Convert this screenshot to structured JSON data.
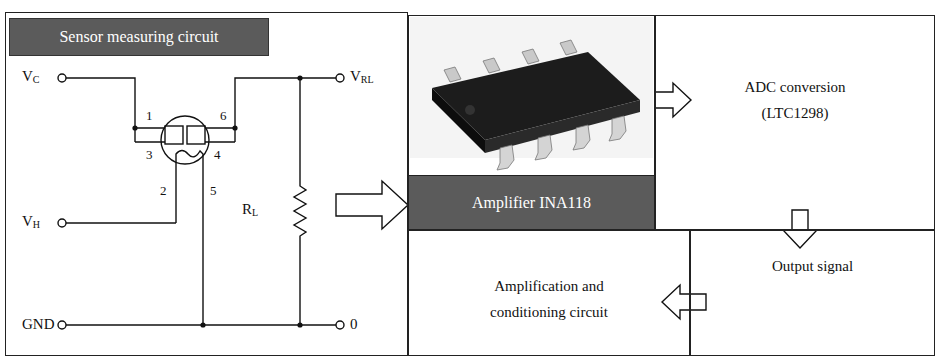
{
  "diagram": {
    "nodes": [
      {
        "text": [
          "Sensor measuring circuit"
        ]
      },
      {
        "text": [
          "Amplifier INA118"
        ]
      },
      {
        "text": [
          "ADC conversion (LTC1298)"
        ]
      },
      {
        "text": [
          "Output signal"
        ]
      },
      {
        "text": [
          "Amplification and conditioning circuit"
        ]
      }
    ],
    "edges": [
      {
        "from": 0,
        "to": 1,
        "arrow": "to"
      },
      {
        "from": 1,
        "to": 2,
        "arrow": "to"
      },
      {
        "from": 2,
        "to": 3,
        "arrow": "to"
      },
      {
        "from": 3,
        "to": 4,
        "arrow": "to"
      }
    ],
    "labels": [
      "VC",
      "VRL",
      "VH",
      "GND",
      "0",
      "RL",
      "1",
      "6",
      "3",
      "4",
      "2",
      "5"
    ]
  }
}
